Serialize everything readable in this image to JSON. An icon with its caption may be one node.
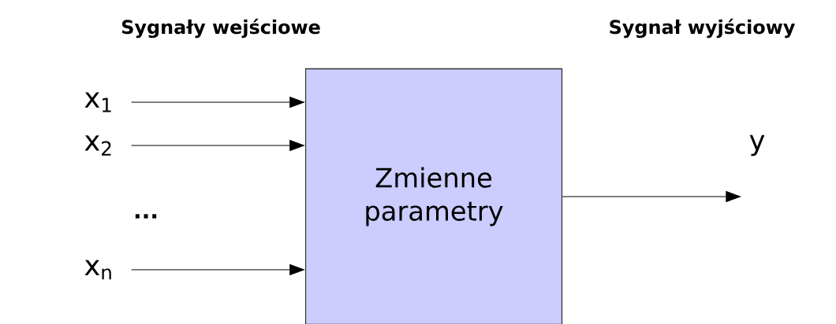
{
  "diagram": {
    "nodes": [
      {
        "text": [
          "Zmienne parametry"
        ]
      },
      {
        "text": [
          "x$_{1}$"
        ]
      },
      {
        "text": [
          "x$_{2}$"
        ]
      },
      {
        "text": [
          "x$_{n}$"
        ]
      }
    ],
    "edges": [
      {
        "from": 1,
        "to": 0,
        "arrow": "to"
      },
      {
        "from": 2,
        "to": 0,
        "arrow": "to"
      },
      {
        "from": 3,
        "to": 0,
        "arrow": "to"
      },
      {
        "from": 0,
        "to": null,
        "arrow": "to",
        "label": "y"
      }
    ],
    "labels": [
      "Sygnały wejściowe",
      "Sygnał wyjściowy",
      "..."
    ]
  }
}
